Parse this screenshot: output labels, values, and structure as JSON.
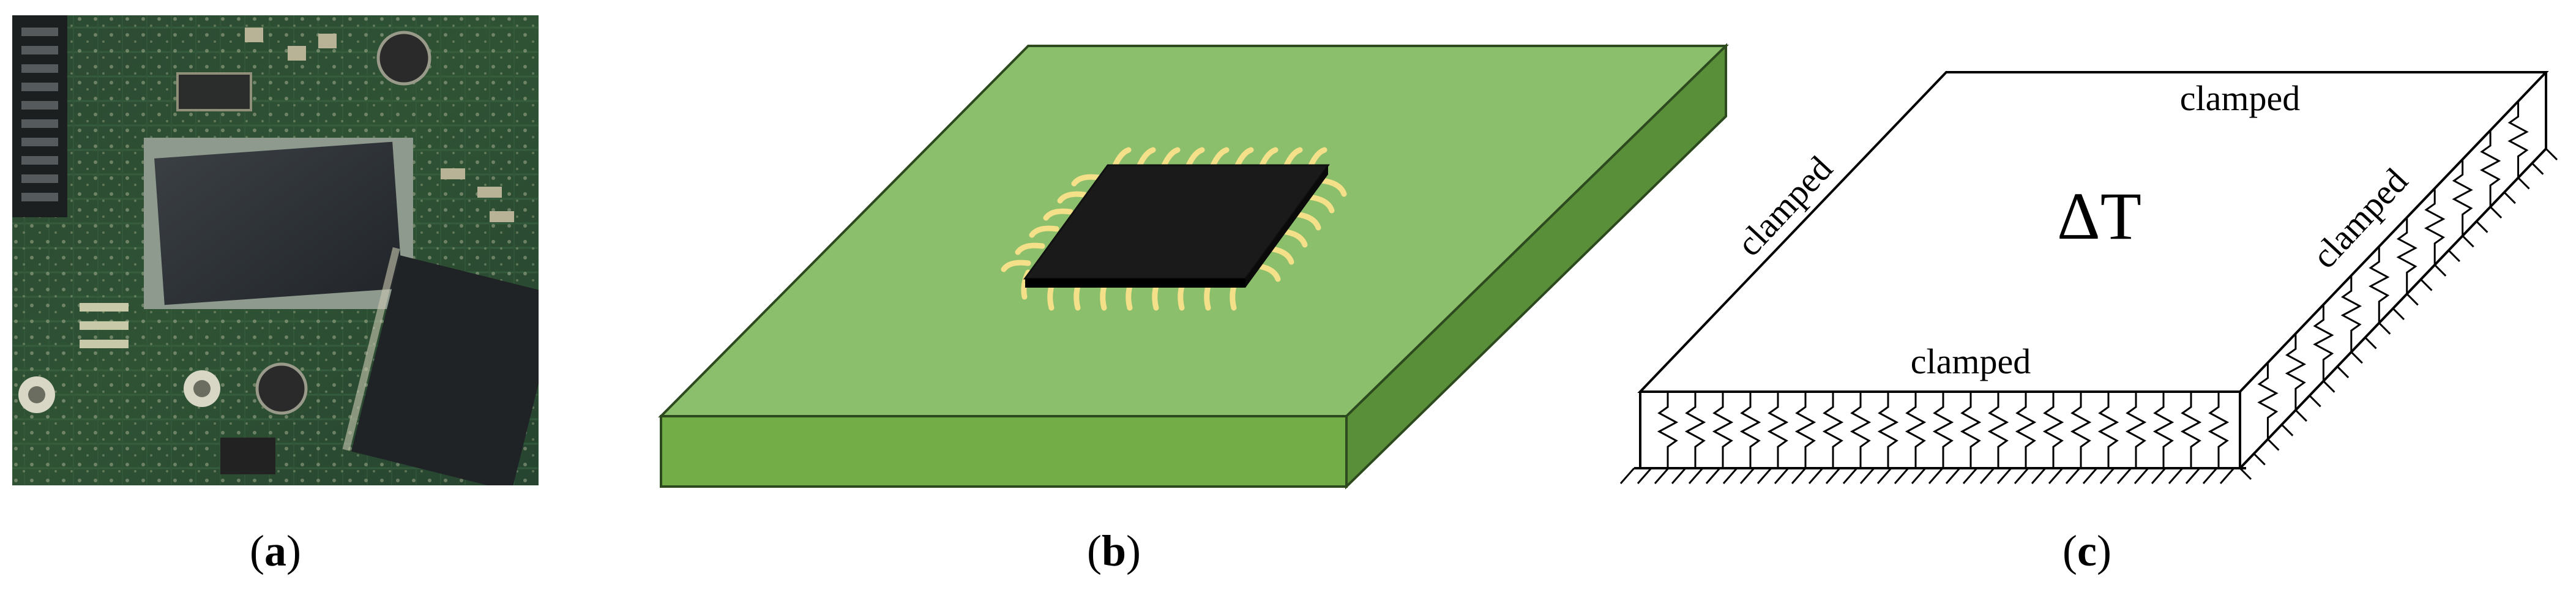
{
  "panel_a": {
    "caption_letter": "a"
  },
  "panel_b": {
    "caption_letter": "b"
  },
  "panel_c": {
    "caption_letter": "c",
    "label_top": "clamped",
    "label_left": "clamped",
    "label_right": "clamped",
    "label_bottom": "clamped",
    "load_label": "ΔT"
  },
  "colors": {
    "pcb_green": "#2f4a2c",
    "board_top": "#8cbf6c",
    "board_front": "#72ad48",
    "board_side": "#5a8f3a",
    "chip_black": "#1a1a1a",
    "lead_gold": "#f5e08a"
  }
}
